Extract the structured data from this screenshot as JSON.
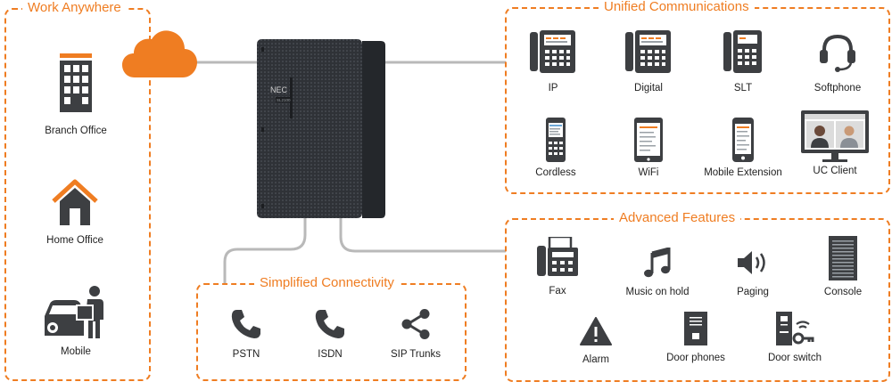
{
  "groups": {
    "work_anywhere": {
      "title": "Work Anywhere",
      "items": [
        {
          "label": "Branch Office",
          "icon": "office-building-icon"
        },
        {
          "label": "Home Office",
          "icon": "home-icon"
        },
        {
          "label": "Mobile",
          "icon": "mobile-worker-icon"
        }
      ]
    },
    "unified_communications": {
      "title": "Unified Communications",
      "items": [
        {
          "label": "IP",
          "icon": "desk-phone-icon"
        },
        {
          "label": "Digital",
          "icon": "desk-phone-icon"
        },
        {
          "label": "SLT",
          "icon": "desk-phone-icon"
        },
        {
          "label": "Softphone",
          "icon": "headset-icon"
        },
        {
          "label": "Cordless",
          "icon": "cordless-phone-icon"
        },
        {
          "label": "WiFi",
          "icon": "wifi-tablet-icon"
        },
        {
          "label": "Mobile Extension",
          "icon": "smartphone-icon"
        },
        {
          "label": "UC Client",
          "icon": "video-monitor-icon"
        }
      ]
    },
    "advanced_features": {
      "title": "Advanced Features",
      "items": [
        {
          "label": "Fax",
          "icon": "fax-icon"
        },
        {
          "label": "Music on hold",
          "icon": "music-note-icon"
        },
        {
          "label": "Paging",
          "icon": "speaker-icon"
        },
        {
          "label": "Console",
          "icon": "console-icon"
        },
        {
          "label": "Alarm",
          "icon": "alarm-icon"
        },
        {
          "label": "Door phones",
          "icon": "door-phone-icon"
        },
        {
          "label": "Door switch",
          "icon": "door-switch-icon"
        }
      ]
    },
    "simplified_connectivity": {
      "title": "Simplified Connectivity",
      "items": [
        {
          "label": "PSTN",
          "icon": "handset-icon"
        },
        {
          "label": "ISDN",
          "icon": "handset-icon"
        },
        {
          "label": "SIP Trunks",
          "icon": "share-icon"
        }
      ]
    }
  },
  "server": {
    "brand": "NEC",
    "model": "SL2100"
  },
  "colors": {
    "accent": "#ef7d22",
    "icon": "#3d3f42",
    "line": "#b9b9b9",
    "server": "#2f3237"
  }
}
